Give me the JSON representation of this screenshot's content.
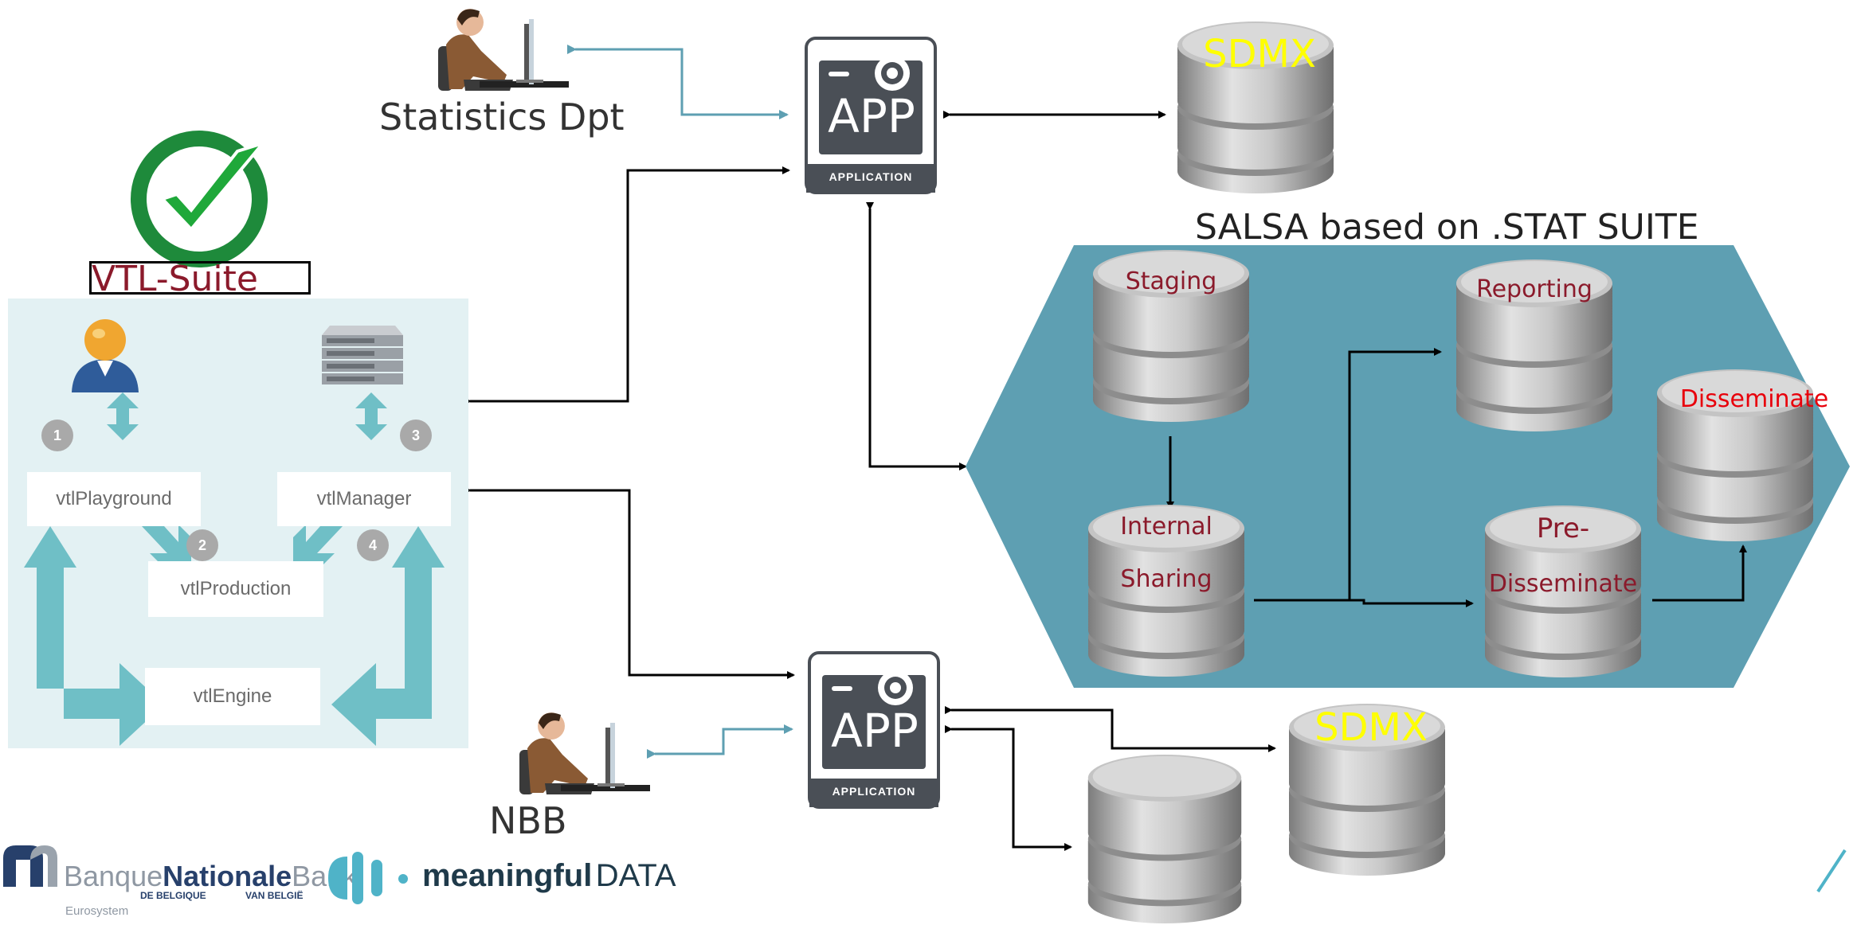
{
  "left": {
    "statistics_label": "Statistics Dpt",
    "nbb_label": "NBB",
    "vtl_suite_label": "VTL-Suite",
    "vtl_boxes": {
      "playground": "vtlPlayground",
      "manager": "vtlManager",
      "production": "vtlProduction",
      "engine": "vtlEngine"
    },
    "badges": [
      "1",
      "2",
      "3",
      "4"
    ]
  },
  "apps": {
    "top": {
      "text": "APP",
      "caption": "APPLICATION"
    },
    "bottom": {
      "text": "APP",
      "caption": "APPLICATION"
    }
  },
  "databases": {
    "sdmx_top": "SDMX",
    "sdmx_bottom": "SDMX"
  },
  "salsa": {
    "title": "SALSA based on .STAT SUITE",
    "staging": "Staging",
    "reporting": "Reporting",
    "disseminate": "Disseminate",
    "internal_sharing_1": "Internal",
    "internal_sharing_2": "Sharing",
    "pre_disseminate_1": "Pre-",
    "pre_disseminate_2": "Disseminate"
  },
  "logos": {
    "nbb_word1": "Banque",
    "nbb_word2": "Nationale",
    "nbb_word3": "Bank",
    "nbb_sub1": "DE BELGIQUE",
    "nbb_sub2": "VAN BELGIË",
    "eurosystem": "Eurosystem",
    "meaningful_bold": "meaningful",
    "meaningful_data": "DATA"
  },
  "colors": {
    "teal": "#5e9fb2",
    "db_label_red": "#8b1a2b",
    "disseminate_red": "#e8000b",
    "sdmx_yellow": "#ffff00",
    "check_green": "#1fa83a"
  }
}
